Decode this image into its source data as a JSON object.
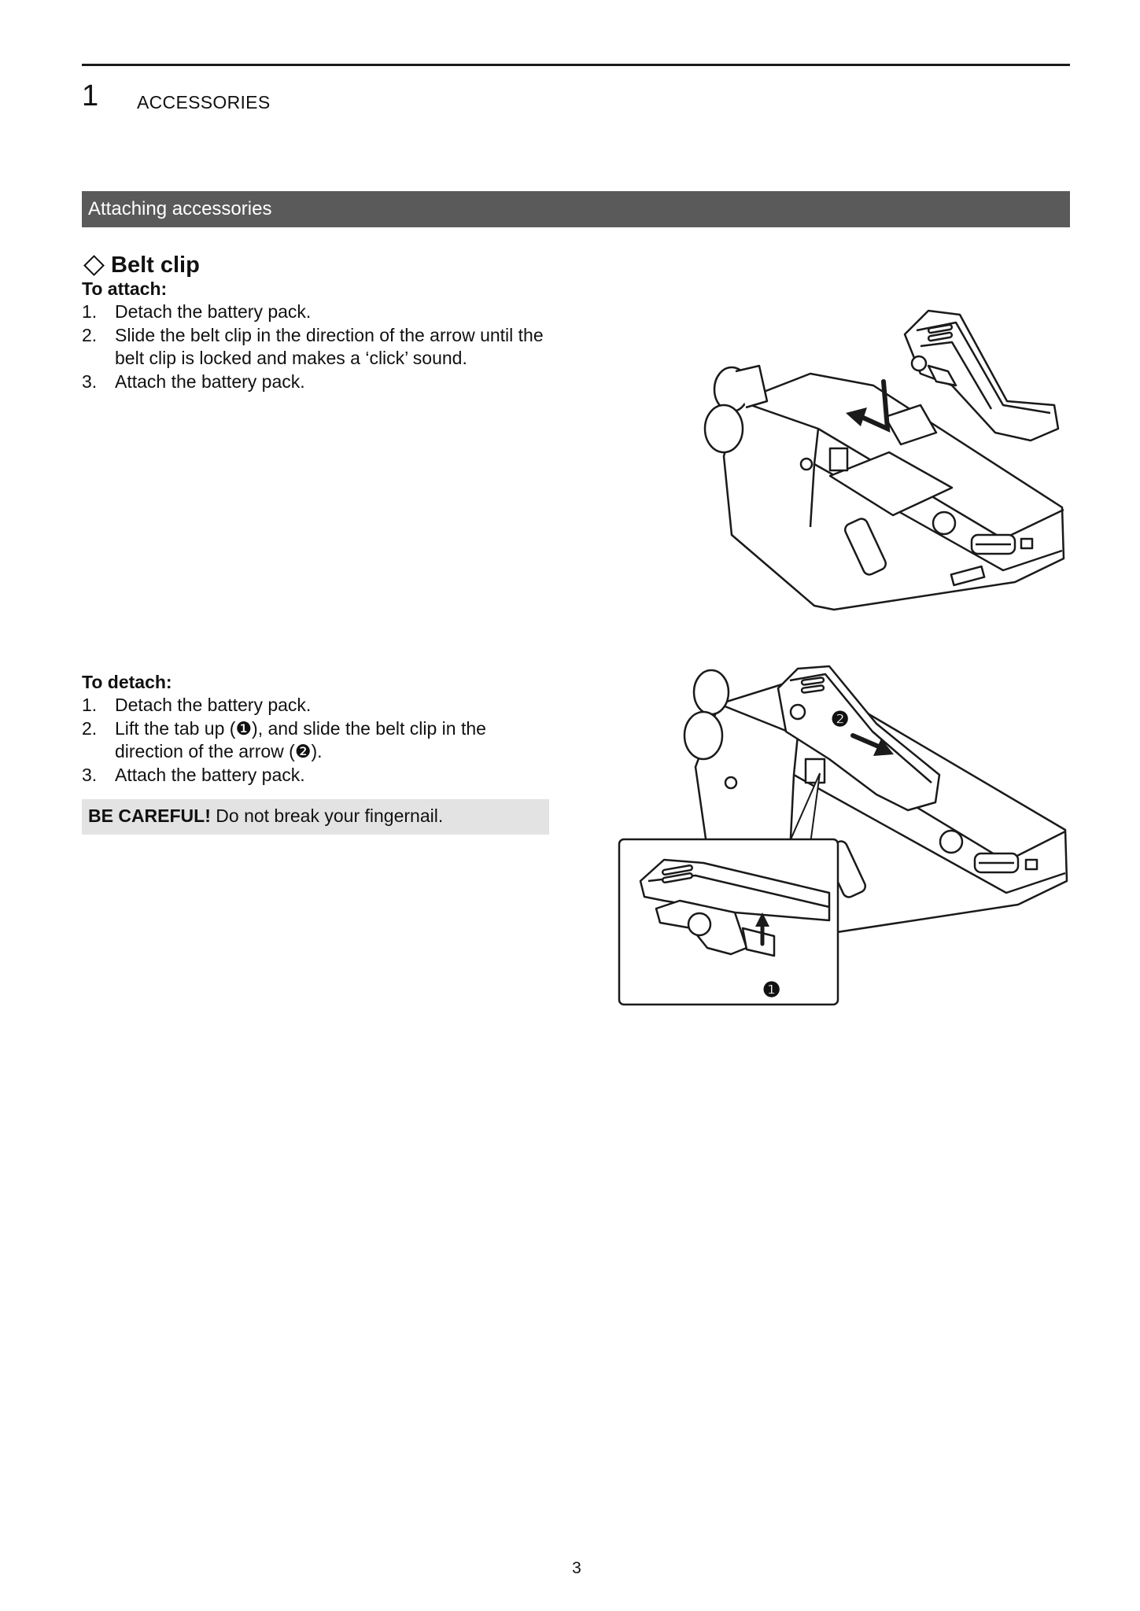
{
  "header": {
    "chapter_number": "1",
    "chapter_title": "ACCESSORIES"
  },
  "section": {
    "title": "Attaching accessories"
  },
  "belt_clip": {
    "heading": "Belt clip",
    "attach": {
      "label": "To attach:",
      "steps": [
        {
          "num": "1.",
          "text": "Detach the battery pack."
        },
        {
          "num": "2.",
          "text": "Slide the belt clip in the direction of the arrow until the belt clip is locked and makes a ‘click’ sound."
        },
        {
          "num": "3.",
          "text": "Attach the battery pack."
        }
      ]
    },
    "detach": {
      "label": "To detach:",
      "steps": [
        {
          "num": "1.",
          "text": "Detach the battery pack."
        },
        {
          "num": "2.",
          "text": "Lift the tab up (❶), and slide the belt clip in the direction of the arrow (❷)."
        },
        {
          "num": "3.",
          "text": "Attach the battery pack."
        }
      ]
    },
    "caution": {
      "strong": "BE CAREFUL!",
      "text": " Do not break your fingernail."
    },
    "illustration_callouts": {
      "one": "❶",
      "two": "❷"
    }
  },
  "footer": {
    "page_number": "3"
  }
}
